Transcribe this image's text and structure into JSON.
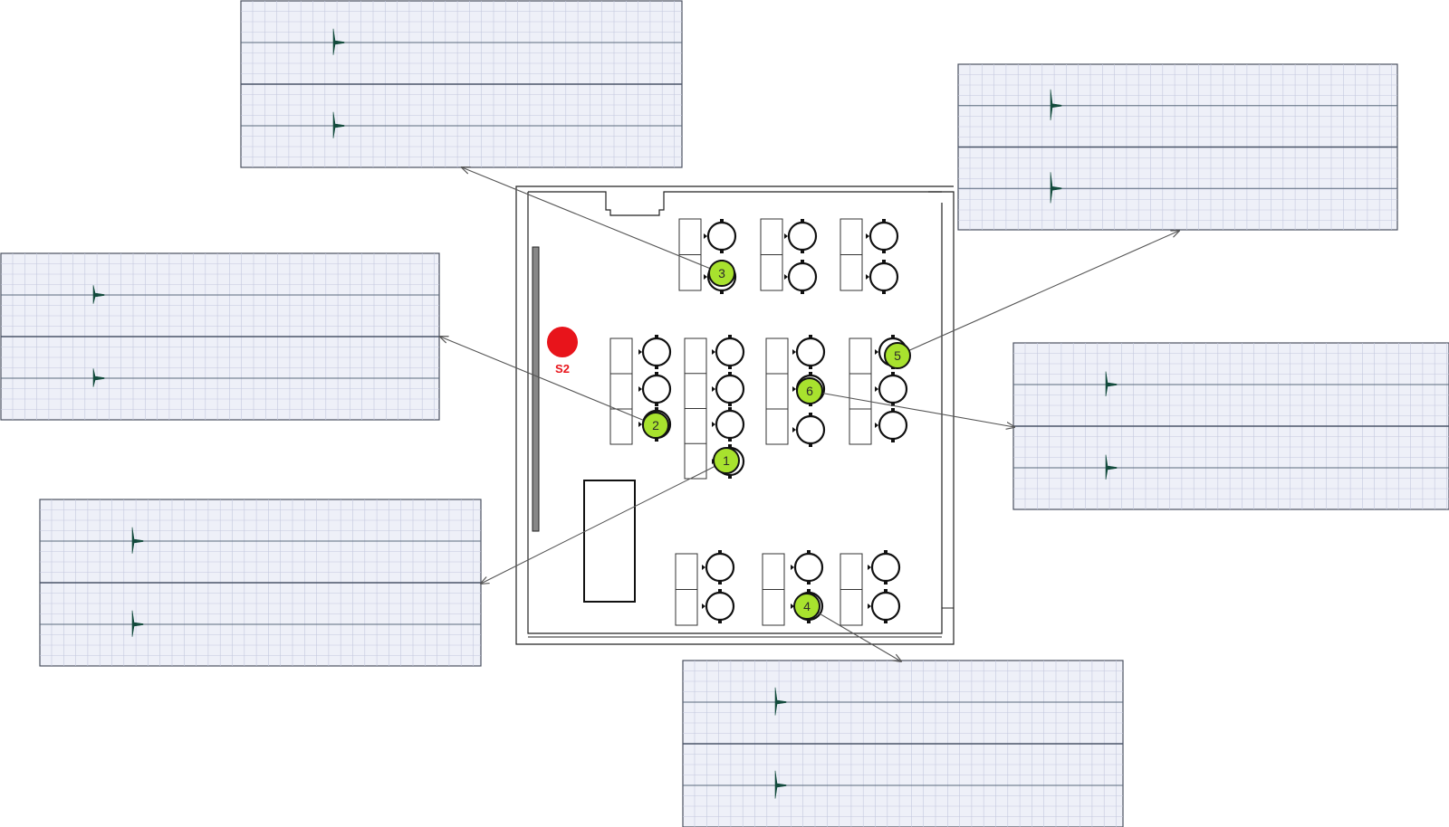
{
  "source": {
    "label": "S2",
    "color": "#e8141b"
  },
  "colors": {
    "receiver_fill": "#a8e22e",
    "panel_bg": "#eef0f8",
    "grid_minor": "#c4c8de",
    "trace": "#5a6a7c",
    "spike": "#124a3c",
    "arrow": "#555555"
  },
  "receivers": [
    {
      "id": "1",
      "label": "1"
    },
    {
      "id": "2",
      "label": "2"
    },
    {
      "id": "3",
      "label": "3"
    },
    {
      "id": "4",
      "label": "4"
    },
    {
      "id": "5",
      "label": "5"
    },
    {
      "id": "6",
      "label": "6"
    }
  ],
  "waveform_panels": [
    {
      "receiver": "3",
      "channels": 2
    },
    {
      "receiver": "5",
      "channels": 2
    },
    {
      "receiver": "2",
      "channels": 2
    },
    {
      "receiver": "6",
      "channels": 2
    },
    {
      "receiver": "1",
      "channels": 2
    },
    {
      "receiver": "4",
      "channels": 2
    }
  ]
}
